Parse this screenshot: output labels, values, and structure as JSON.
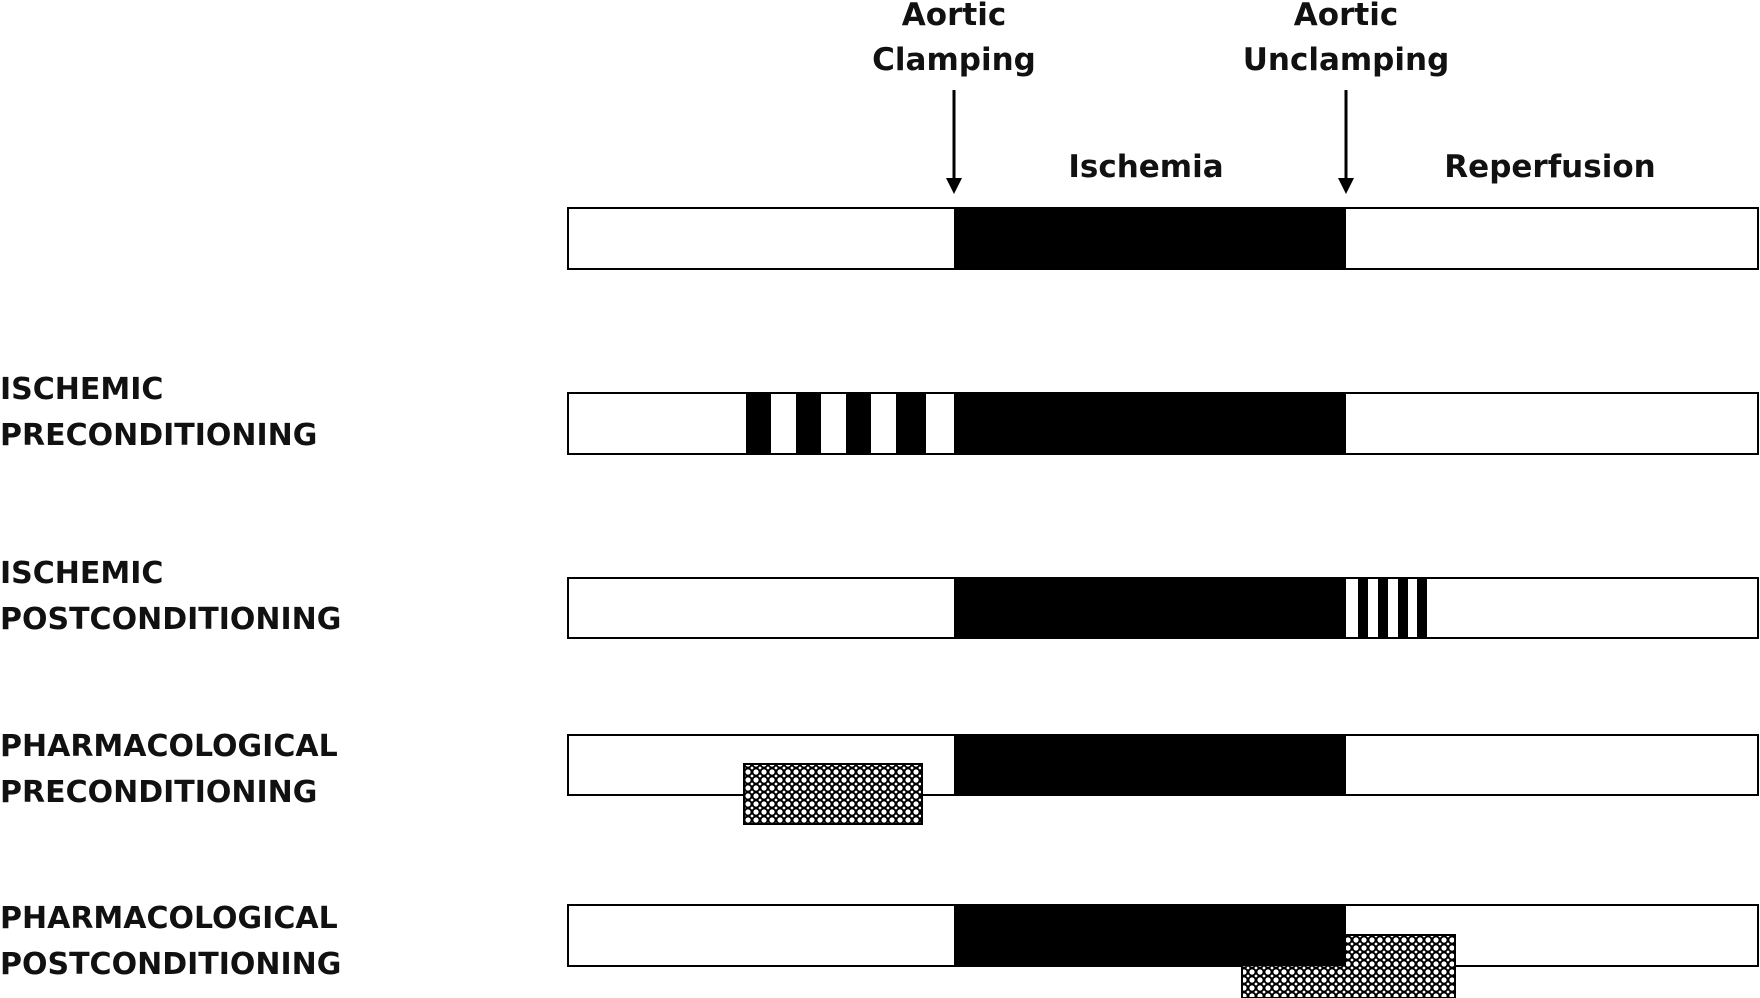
{
  "header": {
    "clamp_line1": "Aortic",
    "clamp_line2": "Clamping",
    "unclamp_line1": "Aortic",
    "unclamp_line2": "Unclamping",
    "ischemia": "Ischemia",
    "reperfusion": "Reperfusion"
  },
  "rows": [
    {
      "line1": "ISCHEMIC",
      "line2": "PRECONDITIONING"
    },
    {
      "line1": "ISCHEMIC",
      "line2": "POSTCONDITIONING"
    },
    {
      "line1": "PHARMACOLOGICAL",
      "line2": "PRECONDITIONING"
    },
    {
      "line1": "PHARMACOLOGICAL",
      "line2": "POSTCONDITIONING"
    }
  ]
}
